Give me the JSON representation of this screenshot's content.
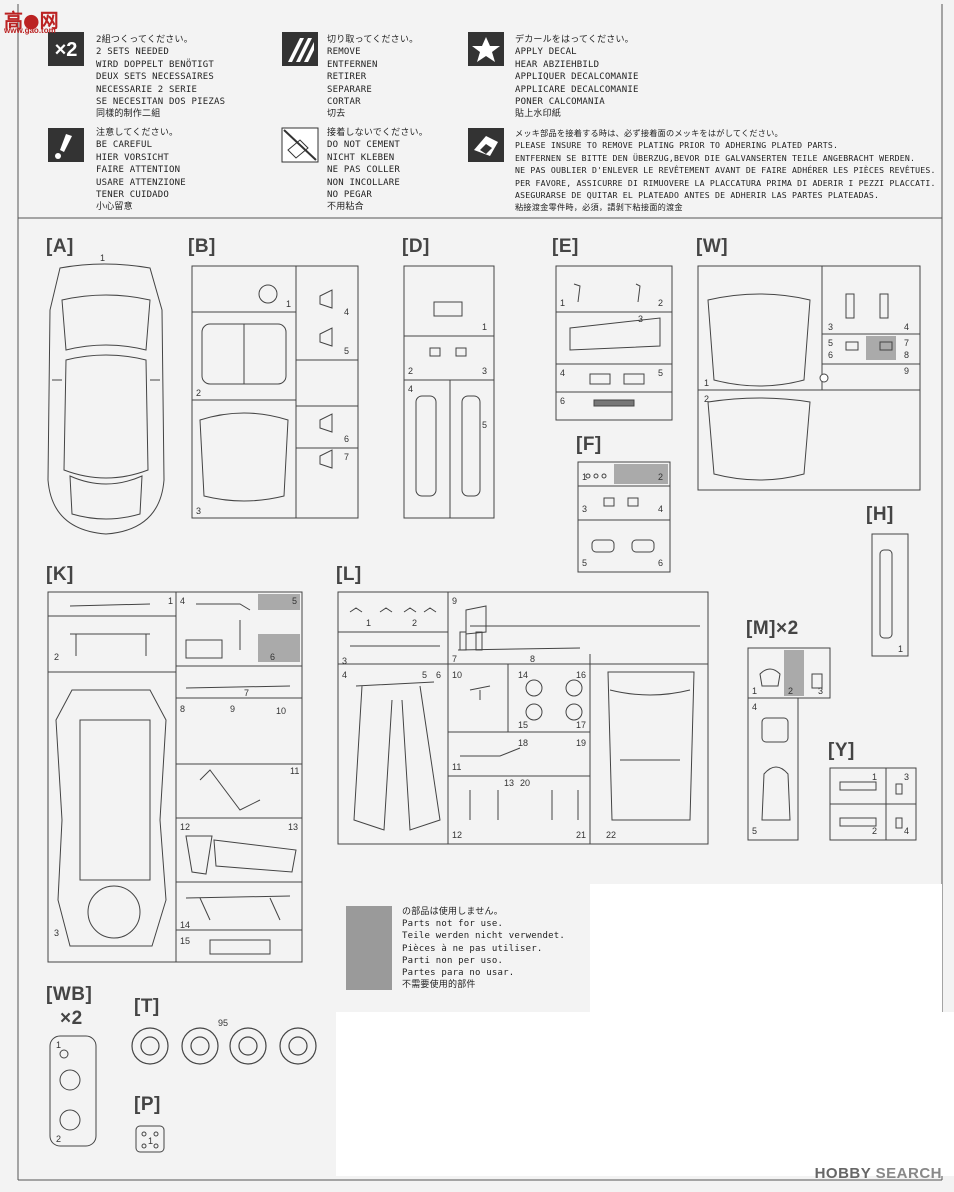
{
  "watermark": {
    "logo": "高●网",
    "sub": "www.gao.tom",
    "brand_a": "HOBBY",
    "brand_b": "SEARCH"
  },
  "legend": [
    {
      "icon": "x2-icon",
      "lines": [
        "2組つくってください。",
        "2 SETS NEEDED",
        "WIRD DOPPELT BENÖTIGT",
        "DEUX SETS NECESSAIRES",
        "NECESSARIE 2 SERIE",
        "SE NECESITAN DOS PIEZAS",
        "同樣的制作二組"
      ]
    },
    {
      "icon": "cut-icon",
      "lines": [
        "切り取ってください。",
        "REMOVE",
        "ENTFERNEN",
        "RETIRER",
        "SEPARARE",
        "CORTAR",
        "切去"
      ]
    },
    {
      "icon": "decal-star-icon",
      "lines": [
        "デカールをはってください。",
        "APPLY DECAL",
        "HEAR ABZIEHBILD",
        "APPLIQUER DECALCOMANIE",
        "APPLICARE DECALCOMANIE",
        "PONER CALCOMANIA",
        "貼上水印紙"
      ]
    },
    {
      "icon": "caution-icon",
      "lines": [
        "注意してください。",
        "BE CAREFUL",
        "HIER VORSICHT",
        "FAIRE ATTENTION",
        "USARE ATTENZIONE",
        "TENER CUIDADO",
        "小心留意"
      ]
    },
    {
      "icon": "no-cement-icon",
      "lines": [
        "接着しないでください。",
        "DO NOT CEMENT",
        "NICHT KLEBEN",
        "NE PAS COLLER",
        "NON INCOLLARE",
        "NO PEGAR",
        "不用粘合"
      ]
    },
    {
      "icon": "plating-icon",
      "lines": [
        "メッキ部品を接着する時は、必ず接着面のメッキをはがしてください。",
        "PLEASE INSURE TO REMOVE PLATING PRIOR TO ADHERING PLATED PARTS.",
        "ENTFERNEN SE BITTE DEN ÜBERZUG,BEVOR DIE GALVANSERTEN TEILE ANGEBRACHT WERDEN.",
        "NE PAS OUBLIER D'ENLEVER LE REVÊTEMENT AVANT DE FAIRE ADHÉRER LES PIÈCES REVÊTUES.",
        "PER FAVORE, ASSICURRE DI RIMUOVERE LA PLACCATURA PRIMA DI ADERIR I PEZZI PLACCATI.",
        "ASEGURARSE DE QUITAR EL PLATEADO ANTES DE ADHERIR LAS PARTES PLATEADAS.",
        "粘接渡金零件時，必須，請剝下粘接面的渡金"
      ]
    }
  ],
  "sprues": [
    {
      "label": "[A]",
      "parts": [
        "1"
      ]
    },
    {
      "label": "[B]",
      "parts": [
        "1",
        "2",
        "3",
        "4",
        "5",
        "6",
        "7"
      ]
    },
    {
      "label": "[D]",
      "parts": [
        "1",
        "2",
        "3",
        "4",
        "5"
      ]
    },
    {
      "label": "[E]",
      "parts": [
        "1",
        "2",
        "3",
        "4",
        "5",
        "6"
      ]
    },
    {
      "label": "[W]",
      "parts": [
        "1",
        "2",
        "3",
        "4",
        "5",
        "6",
        "7",
        "8",
        "9"
      ]
    },
    {
      "label": "[F]",
      "parts": [
        "1",
        "2",
        "3",
        "4",
        "5",
        "6"
      ]
    },
    {
      "label": "[H]",
      "parts": [
        "1"
      ]
    },
    {
      "label": "[K]",
      "parts": [
        "1",
        "2",
        "3",
        "4",
        "5",
        "6",
        "7",
        "8",
        "9",
        "10",
        "11",
        "12",
        "13",
        "14",
        "15"
      ]
    },
    {
      "label": "[L]",
      "parts": [
        "1",
        "2",
        "3",
        "4",
        "5",
        "6",
        "7",
        "8",
        "9",
        "10",
        "11",
        "12",
        "13",
        "14",
        "15",
        "16",
        "17",
        "18",
        "19",
        "20",
        "21",
        "22"
      ]
    },
    {
      "label": "[M]×2",
      "parts": [
        "1",
        "2",
        "3",
        "4",
        "5"
      ]
    },
    {
      "label": "[Y]",
      "parts": [
        "1",
        "2",
        "3",
        "4"
      ]
    },
    {
      "label": "[WB]",
      "sub": "×2",
      "parts": [
        "1",
        "2"
      ]
    },
    {
      "label": "[T]",
      "parts": [
        "95"
      ]
    },
    {
      "label": "[P]",
      "parts": [
        "1"
      ]
    }
  ],
  "not_for_use": [
    "の部品は使用しません。",
    "Parts not for use.",
    "Teile werden nicht verwendet.",
    "Pièces à ne pas utiliser.",
    "Parti non per uso.",
    "Partes para no usar.",
    "不需要使用的部件"
  ],
  "colors": {
    "unused_gray": "#9a9a9a",
    "logo_red": "#b22222",
    "line": "#444444"
  }
}
